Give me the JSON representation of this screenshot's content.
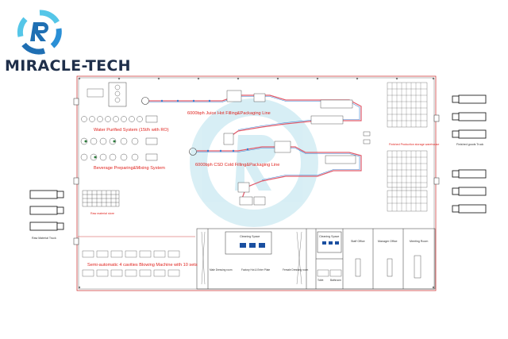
{
  "brand": {
    "name": "MIRACLE-TECH",
    "colors": {
      "primary": "#2a8fd6",
      "secondary": "#55c6e8",
      "dark": "#1f2f4a"
    }
  },
  "labels": {
    "water_system": "Water Purified System (15t/h with RO)",
    "beverage_prep": "Beverage Preparing&Mixing System",
    "hot_fill_line": "6000bph Juice Hot Filling&Packaging Line",
    "cold_fill_line": "6000bph CSD Cold Filling&Packaging Line",
    "blowing_machine": "Semi-automatic 4 cavities Blowing Machine with 10 sets",
    "finished_store": "Finished Production storage warehouse",
    "raw_material_store": "Raw material store",
    "truck_area_left": "Raw Material Truck",
    "truck_area_right": "Finished goods Truck"
  },
  "rooms": {
    "cleaning_space_1": "Cleaning Space",
    "cleaning_space_2": "Cleaning Space",
    "staff_office": "Staff Office",
    "manager_office": "Manager Office",
    "meeting_room": "Meeting Room",
    "male_dressing": "Male Dressing room",
    "female_dressing": "Female Dressing room",
    "factory_entrance": "Factory Hot & Enter Plate",
    "toilet": "Toilet",
    "bathroom": "Bathroom"
  },
  "icons": {
    "logo": "miracle-tech-logo-icon",
    "truck": "truck-icon"
  }
}
